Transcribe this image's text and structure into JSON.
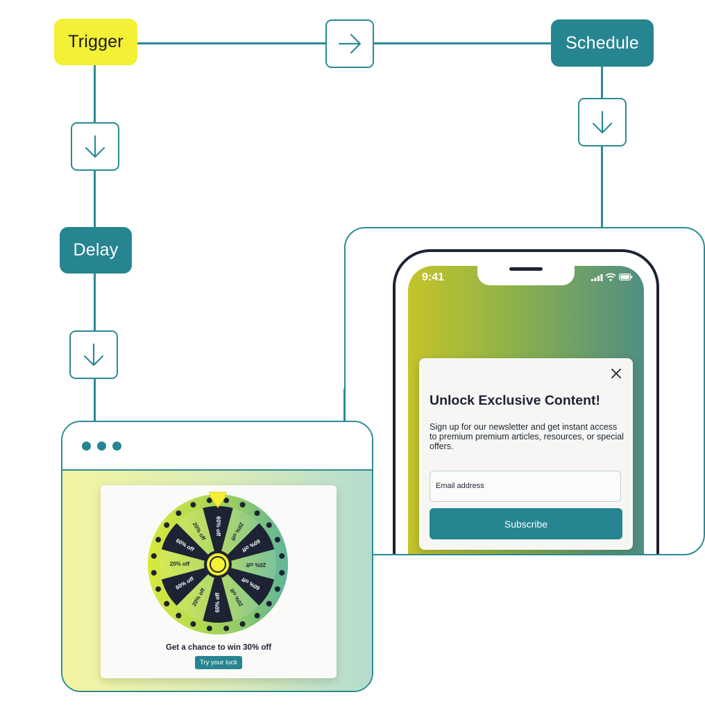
{
  "nodes": {
    "trigger": "Trigger",
    "schedule": "Schedule",
    "delay": "Delay"
  },
  "colors": {
    "teal": "#268590",
    "yellow": "#f3f035",
    "dark": "#1d2333"
  },
  "icons": {
    "flow_right": "arrow-right-icon",
    "flow_down": "arrow-down-icon",
    "close": "close-icon"
  },
  "browser_popup": {
    "wheel_segments": [
      "60% off",
      "20% off",
      "60% off",
      "20% off",
      "60% off",
      "20% off",
      "60% off",
      "20% off",
      "60% off",
      "20% off",
      "60% off",
      "20% off"
    ],
    "headline": "Get a chance to win 30% off",
    "button_label": "Try your luck"
  },
  "phone": {
    "time": "9:41",
    "popup": {
      "title": "Unlock Exclusive Content!",
      "description": "Sign up for our newsletter and get instant access to premium premium articles, resources, or special offers.",
      "email_placeholder": "Email address",
      "button_label": "Subscribe"
    }
  }
}
